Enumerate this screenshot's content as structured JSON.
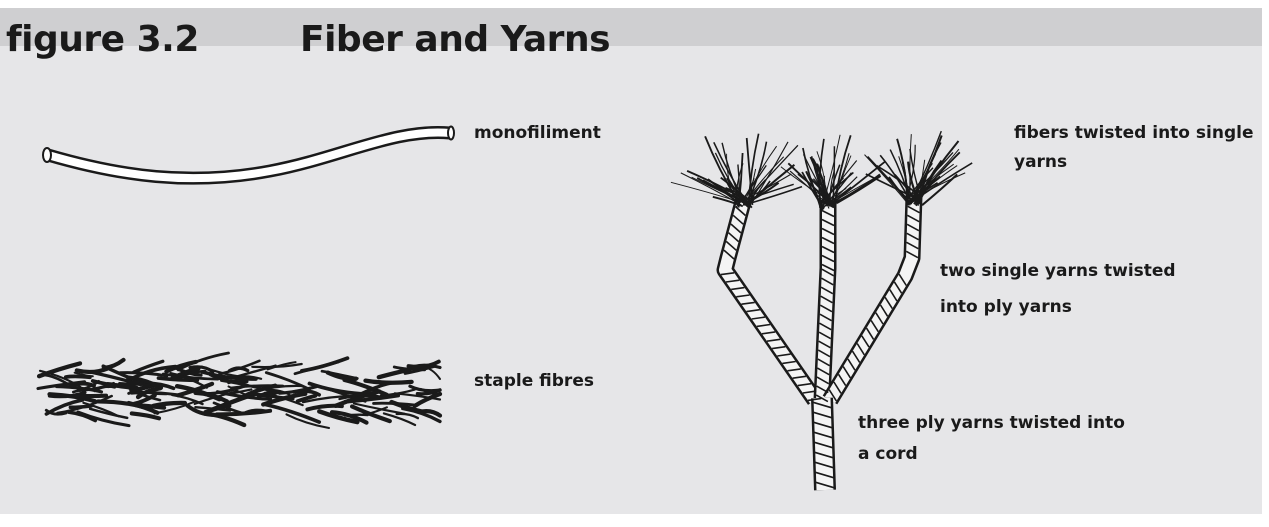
{
  "figure": {
    "number": "figure 3.2",
    "title": "Fiber and Yarns"
  },
  "labels": {
    "monofiliment": "monofiliment",
    "staple_fibres": "staple fibres",
    "fibers_twisted_line1": "fibers twisted into single",
    "fibers_twisted_line2": "yarns",
    "two_single_line1": "two single yarns twisted",
    "two_single_line2": "into ply yarns",
    "three_ply_line1": "three ply yarns twisted into",
    "three_ply_line2": "a cord"
  },
  "colors": {
    "background": "#e6e6e8",
    "header_band": "#cfcfd1",
    "ink": "#1a1a1a"
  }
}
